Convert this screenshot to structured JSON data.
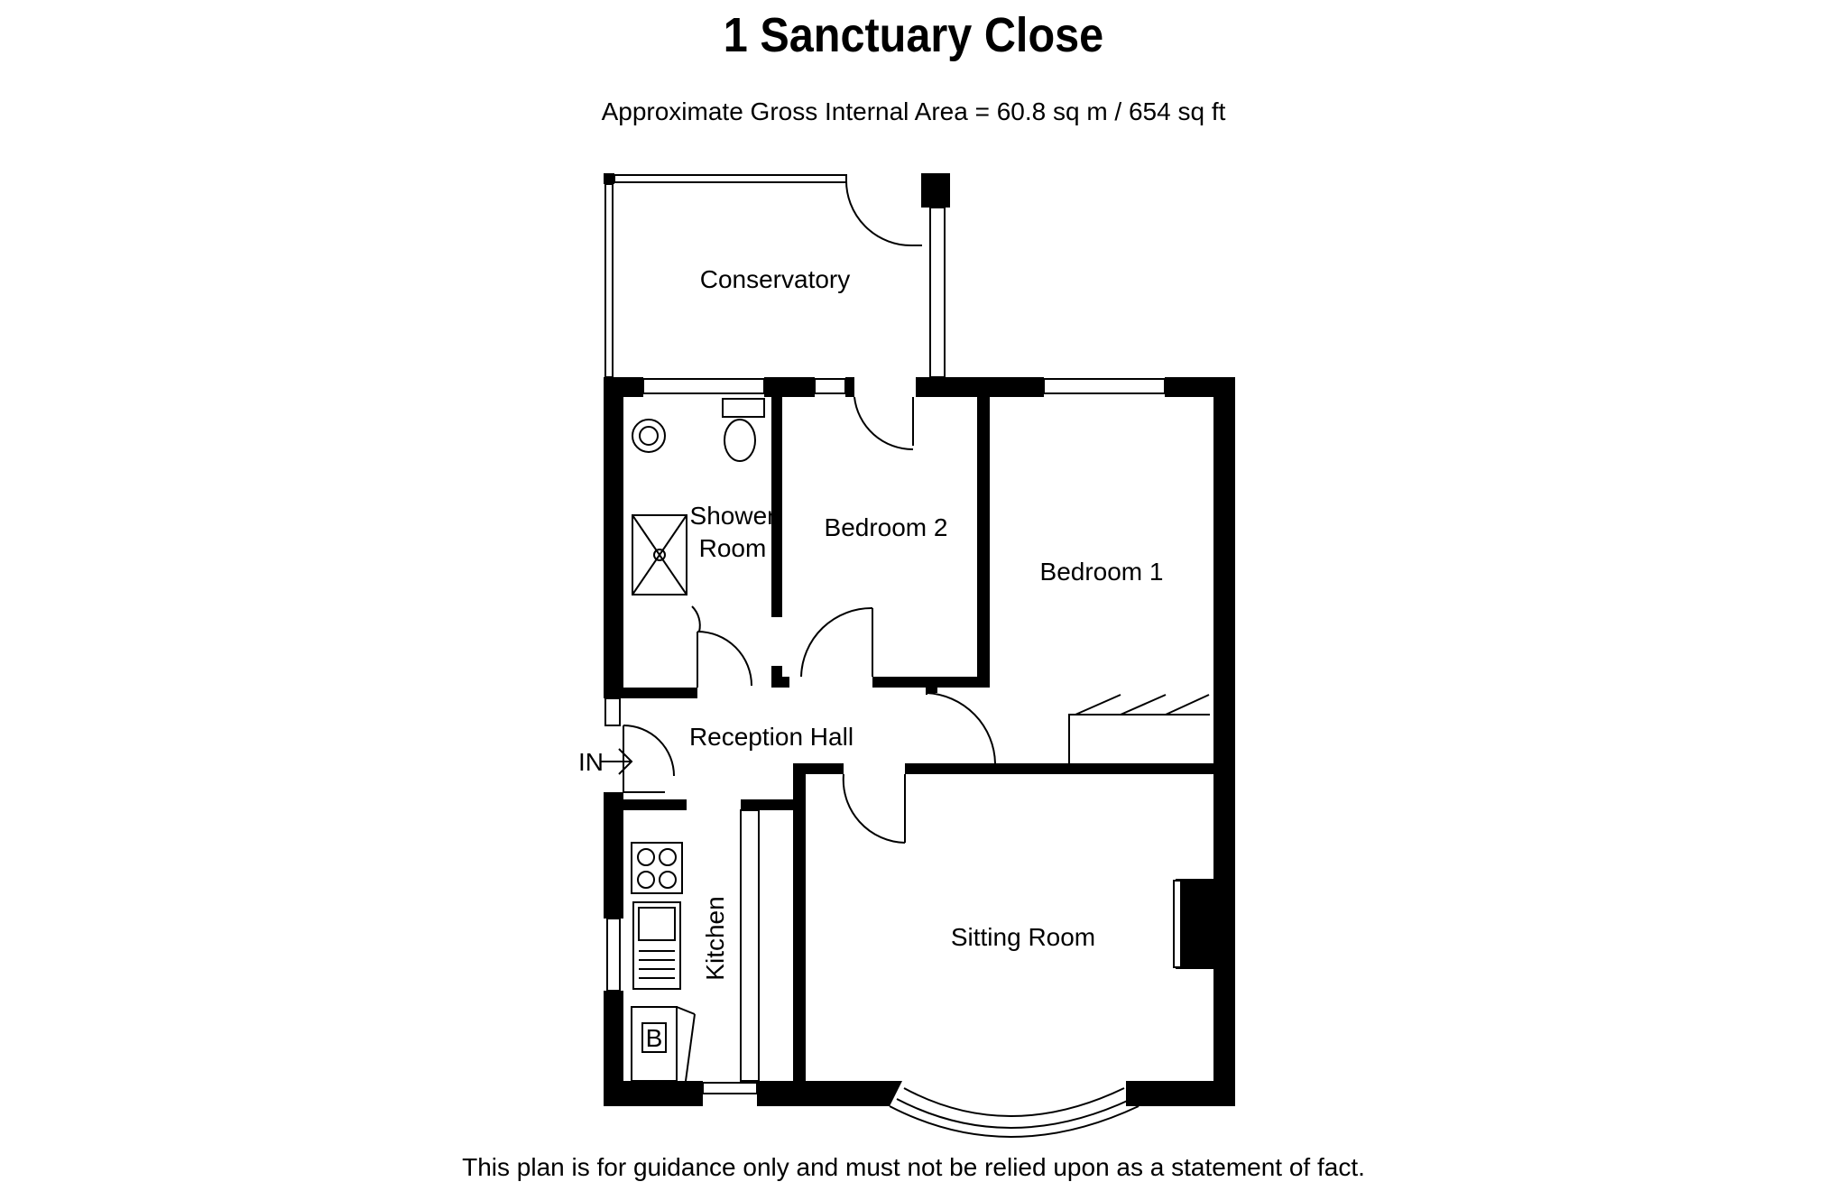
{
  "header": {
    "title": "1 Sanctuary Close",
    "area": "Approximate Gross Internal Area = 60.8 sq m / 654 sq ft"
  },
  "rooms": {
    "conservatory": "Conservatory",
    "shower_room_line1": "Shower",
    "shower_room_line2": "Room",
    "bedroom2": "Bedroom 2",
    "bedroom1": "Bedroom 1",
    "reception_hall": "Reception Hall",
    "kitchen": "Kitchen",
    "sitting_room": "Sitting Room"
  },
  "fixtures": {
    "entrance": "IN",
    "boiler": "B"
  },
  "footer": {
    "disclaimer": "This plan is for guidance only and must not be relied upon as a statement of fact."
  }
}
